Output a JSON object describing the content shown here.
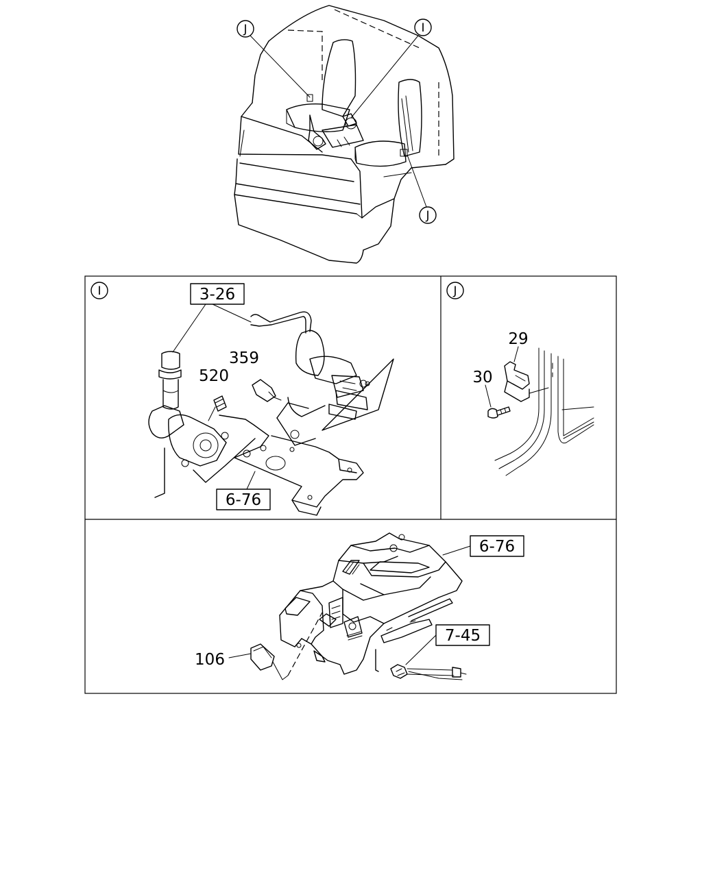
{
  "overview": {
    "callout_i": "I",
    "callout_j_top": "J",
    "callout_j_bottom": "J"
  },
  "panel_i": {
    "tag": "I",
    "ref_shift_lever": "3-26",
    "ref_bracket": "6-76",
    "part_switch": "359",
    "part_plug": "520"
  },
  "panel_j": {
    "tag": "J",
    "part_clip": "29",
    "part_bolt": "30"
  },
  "panel_console": {
    "ref_console": "6-76",
    "ref_harness": "7-45",
    "part_relay": "106"
  }
}
